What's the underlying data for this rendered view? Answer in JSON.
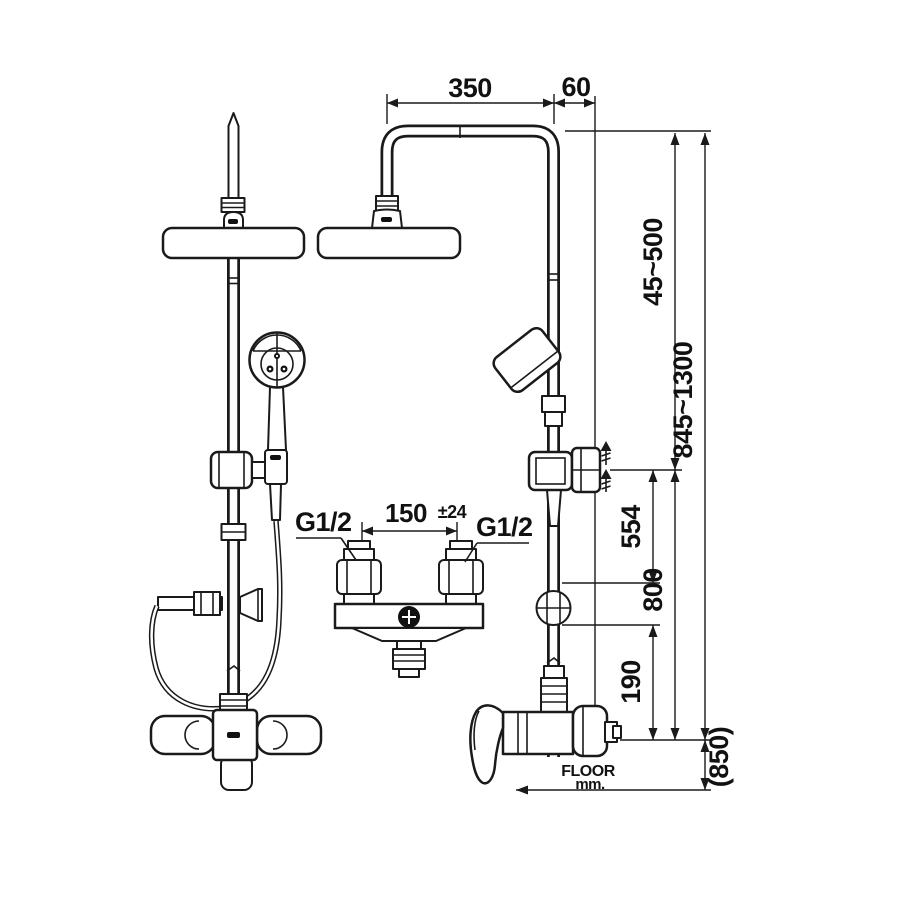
{
  "figure": {
    "subject": "Shower column technical installation drawing with overhead rain shower, hand shower, slide bracket and wall-mounted mixer"
  },
  "dimensions": {
    "top_span": "350",
    "top_offset": "60",
    "upper_adjust_range": "45~500",
    "overall_height_range": "845~1300",
    "bracket_to_outlet": "554",
    "outlet_height": "800",
    "diverter_to_mixer": "190",
    "mixer_mounting_height": "(850)",
    "inlet_center_distance": "150",
    "inlet_center_tolerance": "±24"
  },
  "labels": {
    "inlet_left": "G1/2",
    "inlet_right": "G1/2",
    "floor": "FLOOR",
    "units": "mm."
  },
  "colors": {
    "line": "#1a1a1a",
    "background": "#ffffff"
  }
}
